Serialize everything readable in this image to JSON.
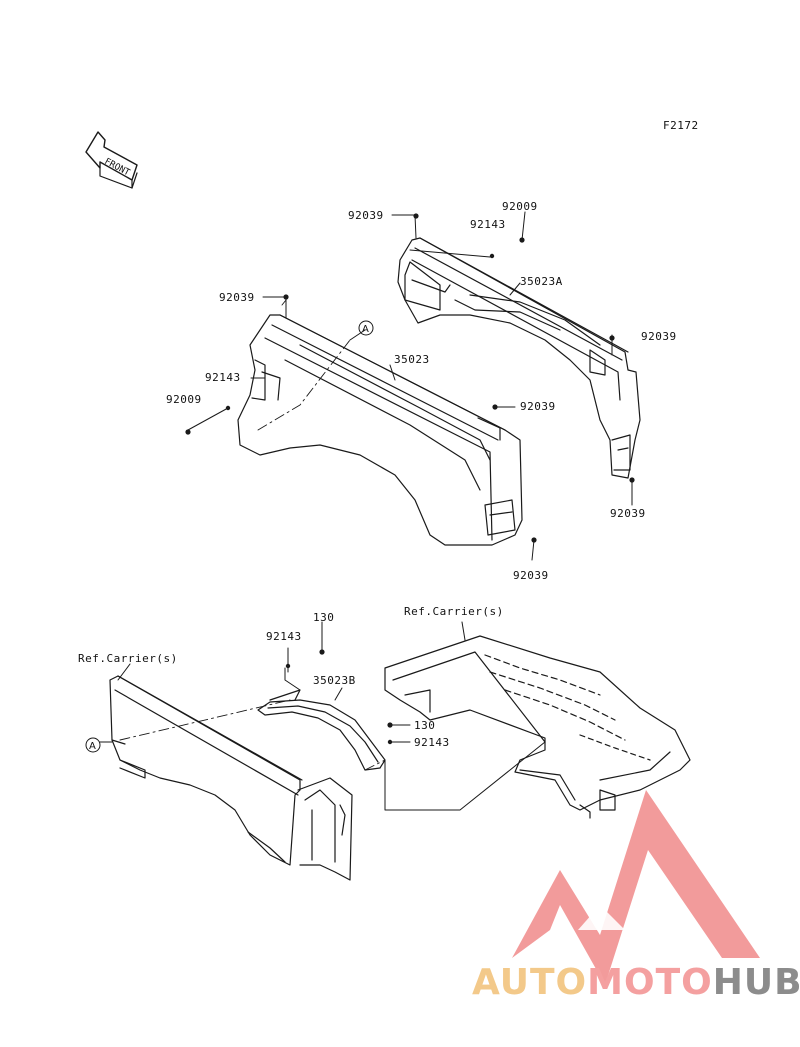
{
  "figure_code": "F2172",
  "front_arrow_text": "FRONT",
  "callouts": {
    "c1": "92039",
    "c2": "92009",
    "c3": "92143",
    "c4": "35023A",
    "c5": "92039",
    "c6": "92039",
    "c7": "92039",
    "c8": "35023",
    "c9": "92143",
    "c10": "92009",
    "c11": "92039",
    "c12": "92039",
    "c13": "Ref.Carrier(s)",
    "c14": "130",
    "c15": "92143",
    "c16": "35023B",
    "c17": "Ref.Carrier(s)",
    "c18": "130",
    "c19": "92143"
  },
  "reference_marks": {
    "top": "A",
    "bottom": "A"
  },
  "watermark": {
    "part1": "AUTO",
    "part2": "MOTO",
    "part3": "HUB",
    "colors": {
      "part1": "#f3c98a",
      "part2": "#f4a0a0",
      "part3": "#8c8c8c",
      "triangle": "#f08a8a"
    }
  }
}
